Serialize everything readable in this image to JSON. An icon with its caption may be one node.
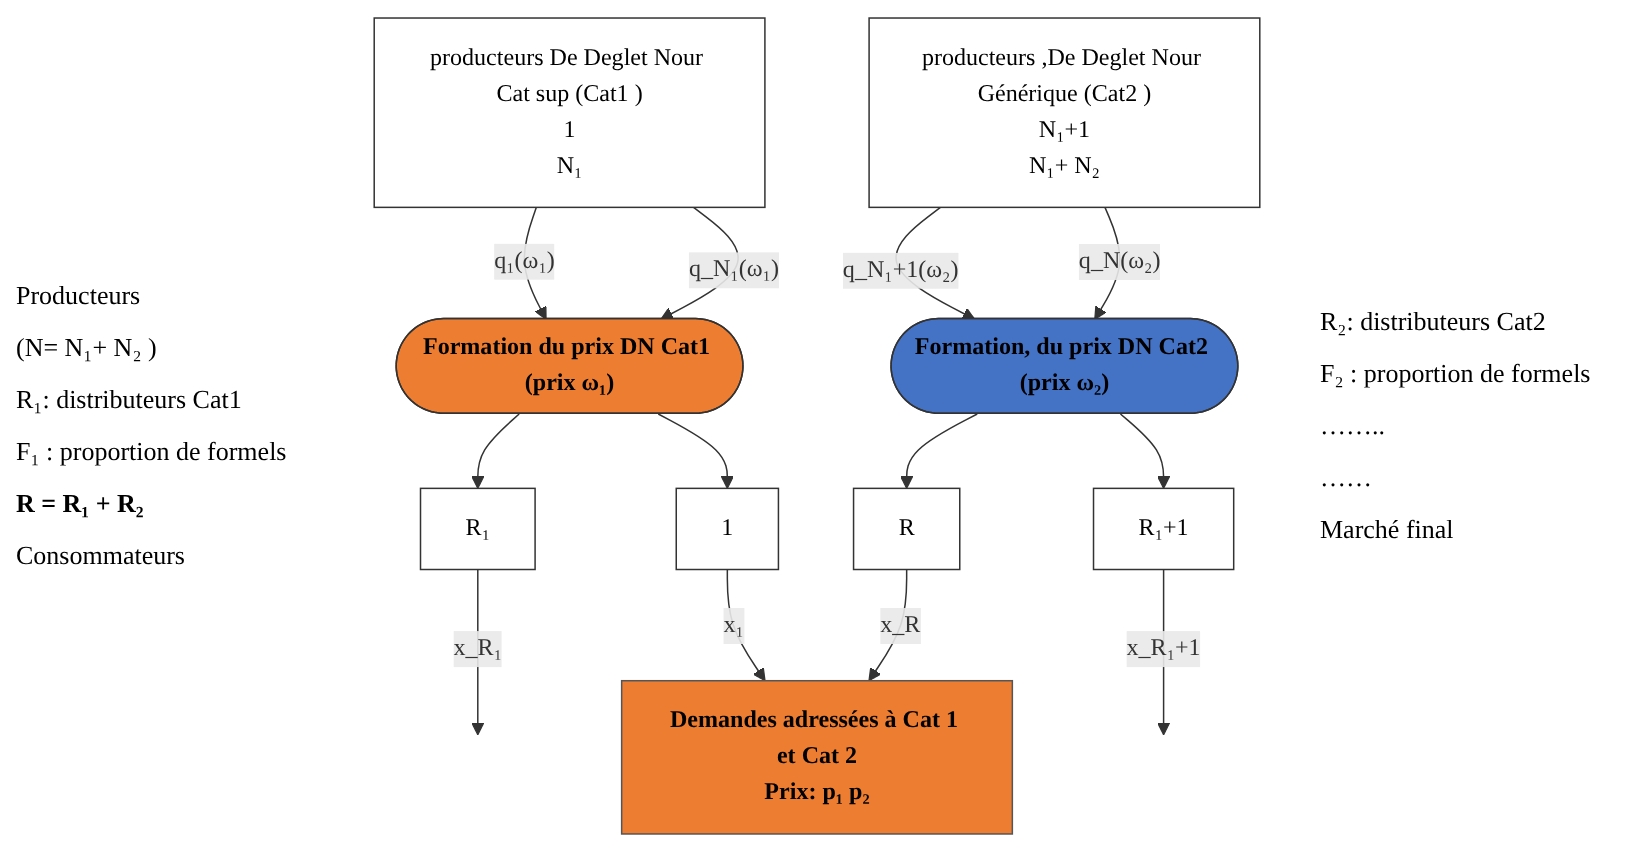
{
  "diagram": {
    "nodes": [
      {
        "text": [
          "producteurs De Deglet Nour Cat sup (Cat1 )",
          "1",
          "N₁"
        ]
      },
      {
        "text": [
          "producteurs ,De Deglet Nour Générique (Cat2 )",
          "N₁+1",
          "N₁+ N₂"
        ]
      },
      {
        "text": [
          "Formation du prix DN Cat1 (prix ω₁)"
        ]
      },
      {
        "text": [
          "Formation, du prix DN Cat2 (prix ω₂)"
        ]
      },
      {
        "text": [
          "1"
        ]
      },
      {
        "text": [
          "R₁"
        ]
      },
      {
        "text": [
          "R₁+1"
        ]
      },
      {
        "text": [
          "R"
        ]
      },
      {
        "text": [
          "Demandes adressées à Cat 1 et Cat 2",
          "Prix: p₁ p₂"
        ]
      }
    ],
    "edges": [
      {
        "from": 0,
        "to": 2,
        "arrow": "to",
        "label": "q₁(ω₁)"
      },
      {
        "from": 0,
        "to": 2,
        "arrow": "to",
        "label": "q_N₁(ω₁)"
      },
      {
        "from": 1,
        "to": 3,
        "arrow": "to",
        "label": "q_N₁+1(ω₂)"
      },
      {
        "from": 1,
        "to": 3,
        "arrow": "to",
        "label": "q_N(ω₂)"
      },
      {
        "from": 2,
        "to": 4,
        "arrow": "to"
      },
      {
        "from": 2,
        "to": 5,
        "arrow": "to"
      },
      {
        "from": 3,
        "to": 6,
        "arrow": "to"
      },
      {
        "from": 3,
        "to": 7,
        "arrow": "to"
      },
      {
        "from": 4,
        "to": 8,
        "arrow": "to",
        "label": "x₁"
      },
      {
        "from": 5,
        "to": null,
        "arrow": "to",
        "label": "x_R₁"
      },
      {
        "from": 6,
        "to": null,
        "arrow": "to",
        "label": "x_R₁+1"
      },
      {
        "from": 7,
        "to": 8,
        "arrow": "to",
        "label": "x_R"
      }
    ],
    "labels": [
      "Producteurs",
      "(N= N₁+ N₂ )",
      "R₁: distributeurs Cat1",
      "F₁ : proportion de formels",
      "R = R₁ + R₂",
      "R₂: distributeurs Cat2",
      "F₂ : proportion de formels",
      "……..",
      "……",
      "Marché final",
      "Consommateurs"
    ]
  }
}
